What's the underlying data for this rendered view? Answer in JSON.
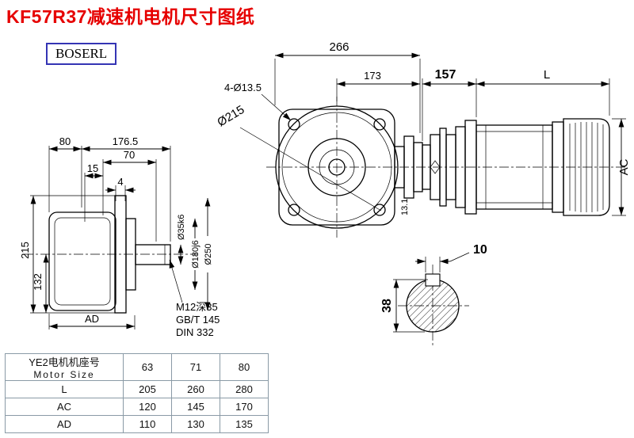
{
  "title": "KF57R37减速机电机尺寸图纸",
  "logo": "BOSERL",
  "front_view": {
    "dim_266": "266",
    "dim_173": "173",
    "bolt_holes": "4-Ø13.5",
    "dia_215": "Ø215",
    "dim_13_1": "13.1"
  },
  "motor_view": {
    "dim_157": "157",
    "dim_L": "L",
    "dim_AC": "AC"
  },
  "side_view": {
    "dim_80": "80",
    "dim_176_5": "176.5",
    "dim_70": "70",
    "dim_15": "15",
    "dim_4": "4",
    "dim_215": "215",
    "dim_132": "132",
    "dim_AD": "AD",
    "dia_35": "Ø35k6",
    "dia_180": "Ø180j6",
    "dia_250": "Ø250",
    "thread_note": "M12深35",
    "std_note1": "GB/T 145",
    "std_note2": "DIN 332"
  },
  "shaft_section": {
    "dim_10": "10",
    "dim_38": "38"
  },
  "table": {
    "header_cn": "YE2电机机座号",
    "header_en": "Motor Size",
    "sizes": [
      "63",
      "71",
      "80"
    ],
    "rows": [
      {
        "name": "L",
        "values": [
          "205",
          "260",
          "280"
        ]
      },
      {
        "name": "AC",
        "values": [
          "120",
          "145",
          "170"
        ]
      },
      {
        "name": "AD",
        "values": [
          "110",
          "130",
          "135"
        ]
      }
    ]
  }
}
